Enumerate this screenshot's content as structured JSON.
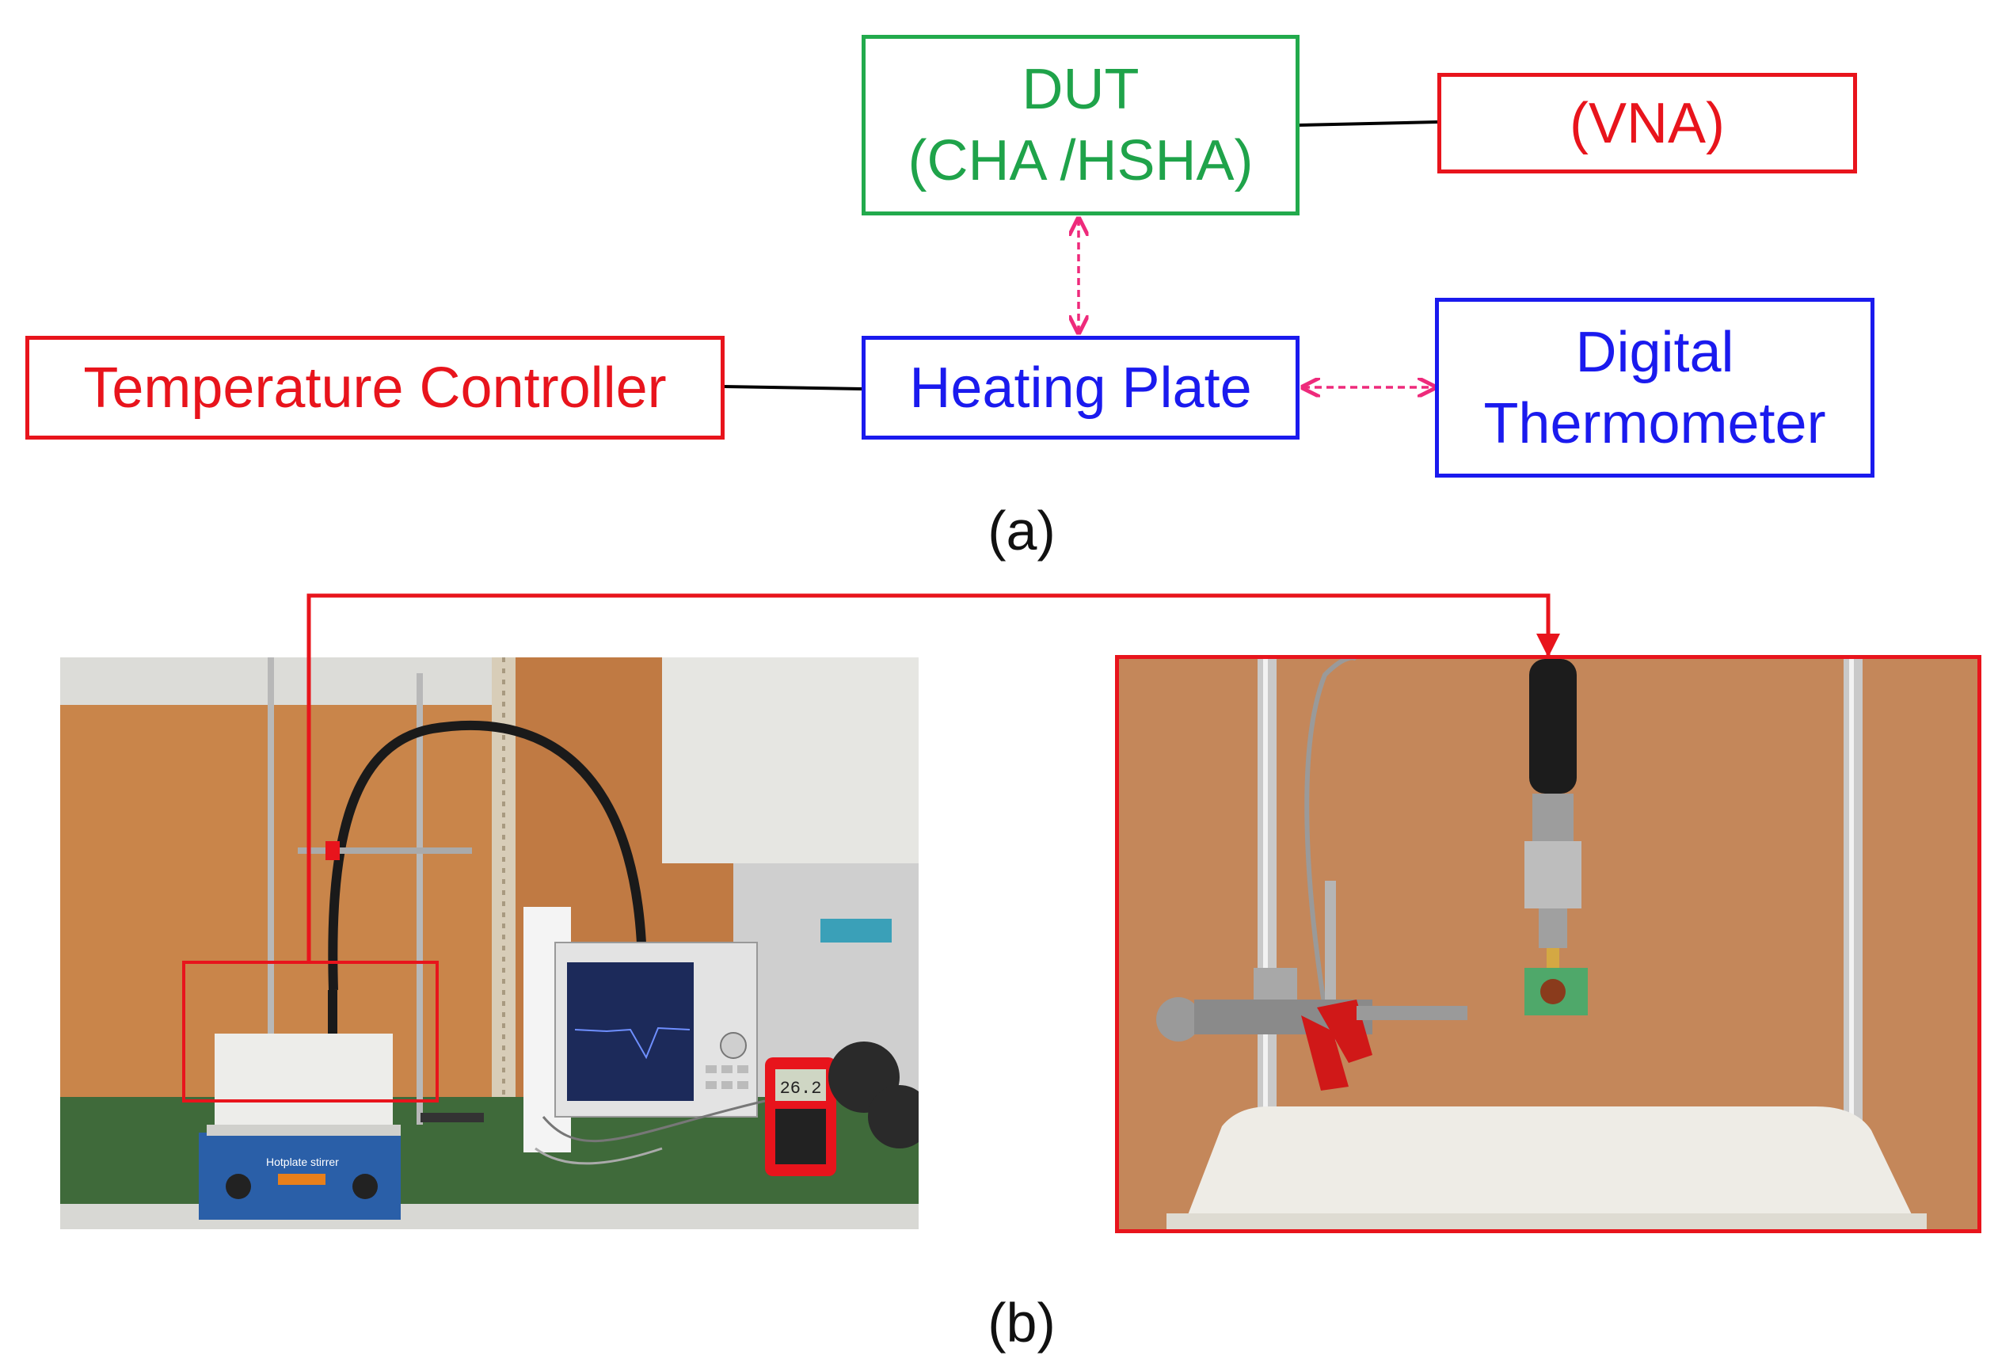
{
  "diagram": {
    "nodes": {
      "dut": {
        "lines": [
          "DUT",
          "(CHA /HSHA)"
        ]
      },
      "vna": {
        "lines": [
          "(VNA)"
        ]
      },
      "temperature_controller": {
        "lines": [
          "Temperature Controller"
        ]
      },
      "heating_plate": {
        "lines": [
          "Heating Plate"
        ]
      },
      "digital_thermometer": {
        "lines": [
          "Digital",
          "Thermometer"
        ]
      }
    },
    "edges": [
      {
        "from": "dut",
        "to": "vna",
        "style": "solid",
        "color": "#000000"
      },
      {
        "from": "temperature_controller",
        "to": "heating_plate",
        "style": "solid",
        "color": "#000000"
      },
      {
        "from": "dut",
        "to": "heating_plate",
        "style": "dashed-double-arrow",
        "color": "#ee2a7b"
      },
      {
        "from": "heating_plate",
        "to": "digital_thermometer",
        "style": "dashed-double-arrow",
        "color": "#ee2a7b"
      }
    ],
    "colors": {
      "green": "#22aa4c",
      "red": "#e8141c",
      "blue": "#1a1aee",
      "link": "#ee2a7b"
    }
  },
  "captions": {
    "a": "(a)",
    "b": "(b)"
  },
  "photos": {
    "setup_photo": {
      "instrument_labels": {
        "hotplate": "Hotplate stirrer",
        "thermometer_display": "26.2"
      }
    },
    "closeup_photo": {}
  }
}
